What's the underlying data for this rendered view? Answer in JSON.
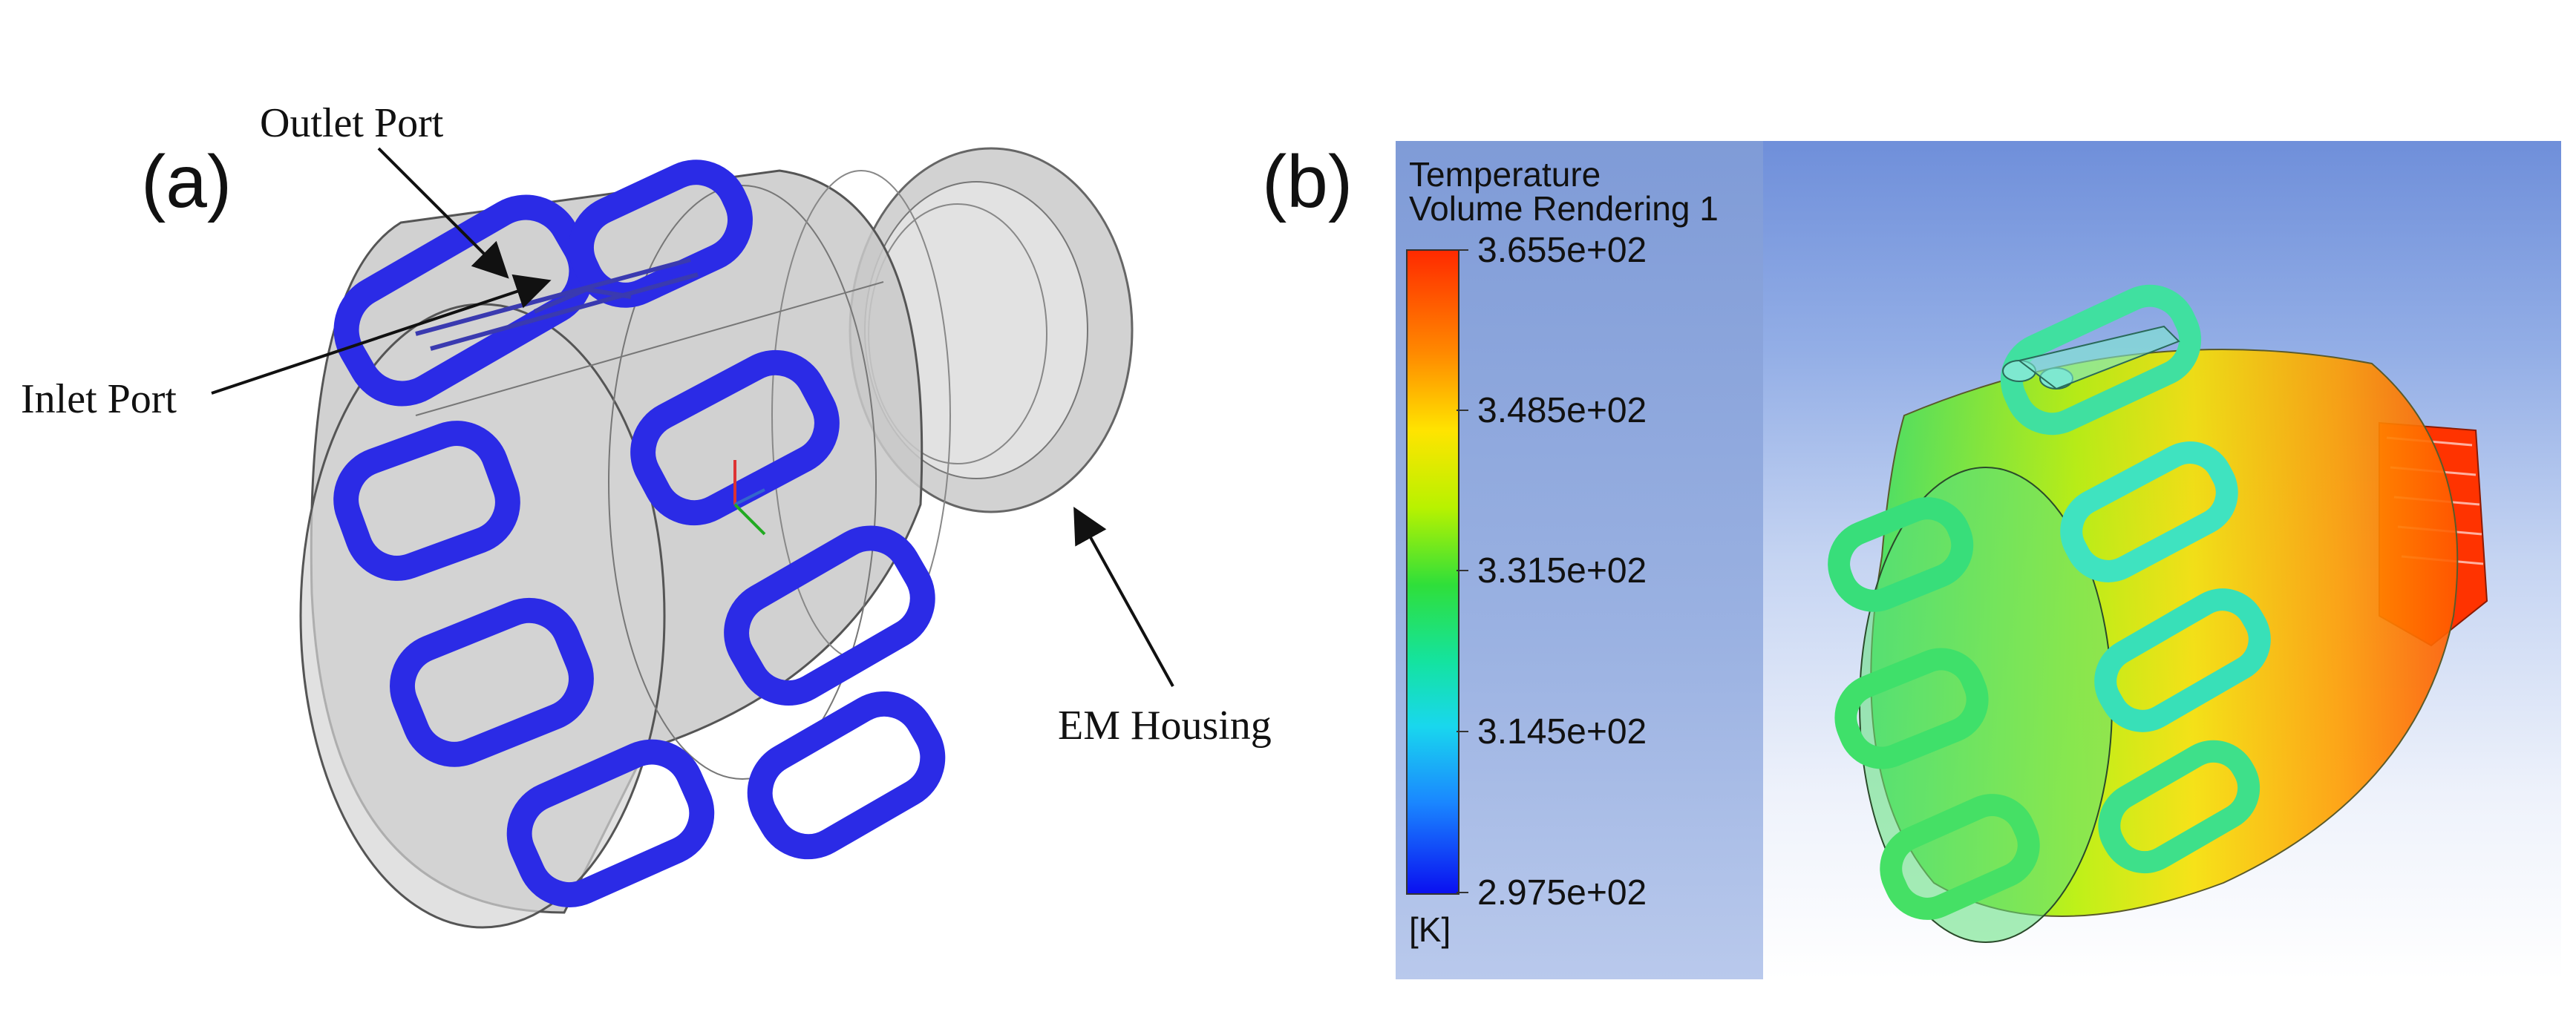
{
  "panel_a": {
    "tag": "(a)",
    "labels": {
      "outlet_port": "Outlet Port",
      "inlet_port": "Inlet Port",
      "em_housing": "EM Housing"
    },
    "colors": {
      "tube": "#2b2be6",
      "housing": "#c4c4c4"
    }
  },
  "panel_b": {
    "tag": "(b)",
    "legend": {
      "title": "Temperature",
      "subtitle": "Volume Rendering 1",
      "ticks": [
        "3.655e+02",
        "3.485e+02",
        "3.315e+02",
        "3.145e+02",
        "2.975e+02"
      ],
      "unit": "[K]"
    },
    "colors": {
      "hot": "#ff2a00",
      "mid": "#f2e600",
      "cool": "#2fdf3a",
      "cold": "#0a10f0"
    }
  }
}
